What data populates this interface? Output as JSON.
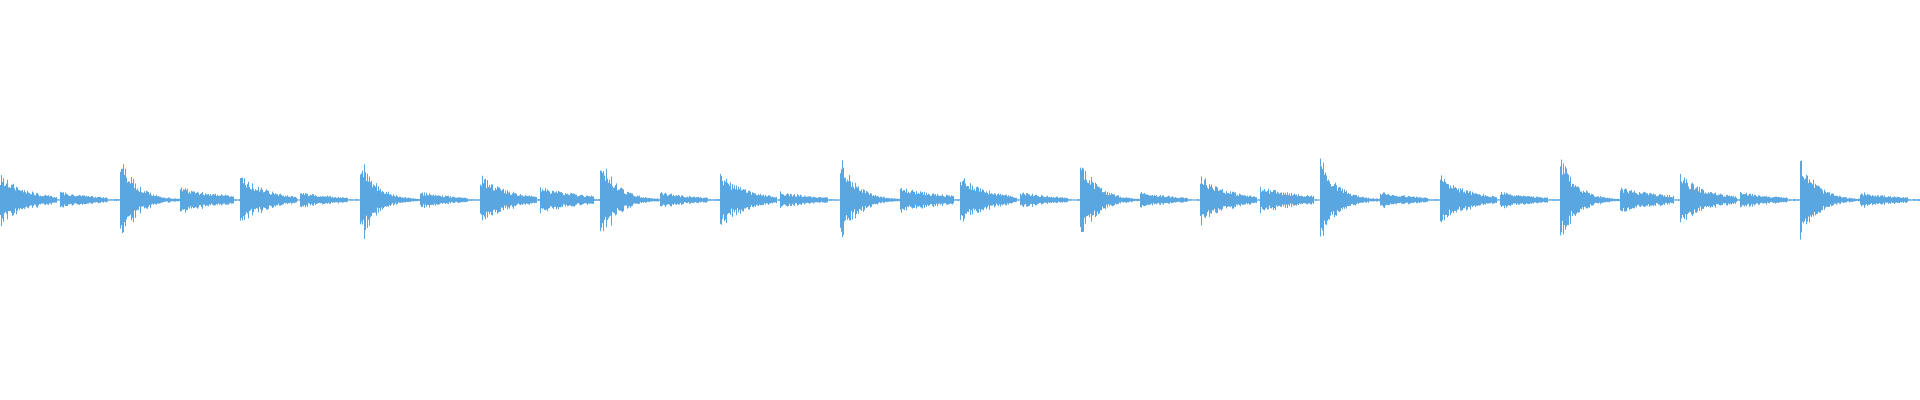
{
  "waveform": {
    "color": "#5aa6e0",
    "background": "#ffffff",
    "beat_count": 32,
    "transient_beats": [
      2,
      6,
      10,
      14,
      18,
      22,
      26,
      30
    ],
    "relative_amplitude": {
      "kick": 0.95,
      "snare": 0.55,
      "hat": 0.28,
      "ghost": 0.18
    }
  }
}
